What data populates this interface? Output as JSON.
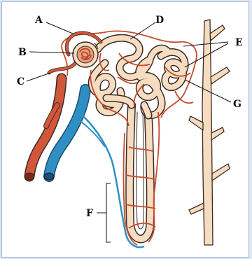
{
  "labels": {
    "A": "A",
    "B": "B",
    "C": "C",
    "D": "D",
    "E": "E",
    "F": "F",
    "G": "G"
  },
  "colors": {
    "tubule": "#f6dcc0",
    "tubule_outline": "#3a2a22",
    "artery": "#d2573a",
    "vein": "#2f8fc4",
    "capillary": "#c84a2e",
    "background": "#ffffff",
    "page_border": "#dce7f3"
  },
  "icons": {
    "glomerulus": "glomerulus-icon",
    "collecting-duct": "collecting-duct-icon"
  }
}
